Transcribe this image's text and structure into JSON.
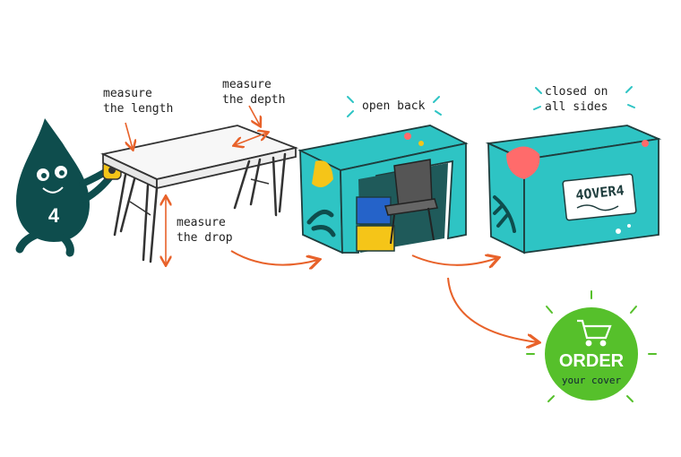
{
  "steps": {
    "measure_length": [
      "measure",
      "the length"
    ],
    "measure_depth": [
      "measure",
      "the depth"
    ],
    "measure_drop": [
      "measure",
      "the drop"
    ],
    "open_back": "open back",
    "closed_all_sides": [
      "closed on",
      "all sides"
    ]
  },
  "mascot": {
    "number": "4"
  },
  "sign": {
    "brand": "4OVER4"
  },
  "cta": {
    "title": "ORDER",
    "subtitle": "your cover",
    "icon": "shopping-cart-icon"
  },
  "colors": {
    "teal": "#2ec4c4",
    "dark_teal": "#0e4d4d",
    "arrow": "#e8622a",
    "order_green": "#56c02b",
    "yellow": "#f5c518"
  }
}
